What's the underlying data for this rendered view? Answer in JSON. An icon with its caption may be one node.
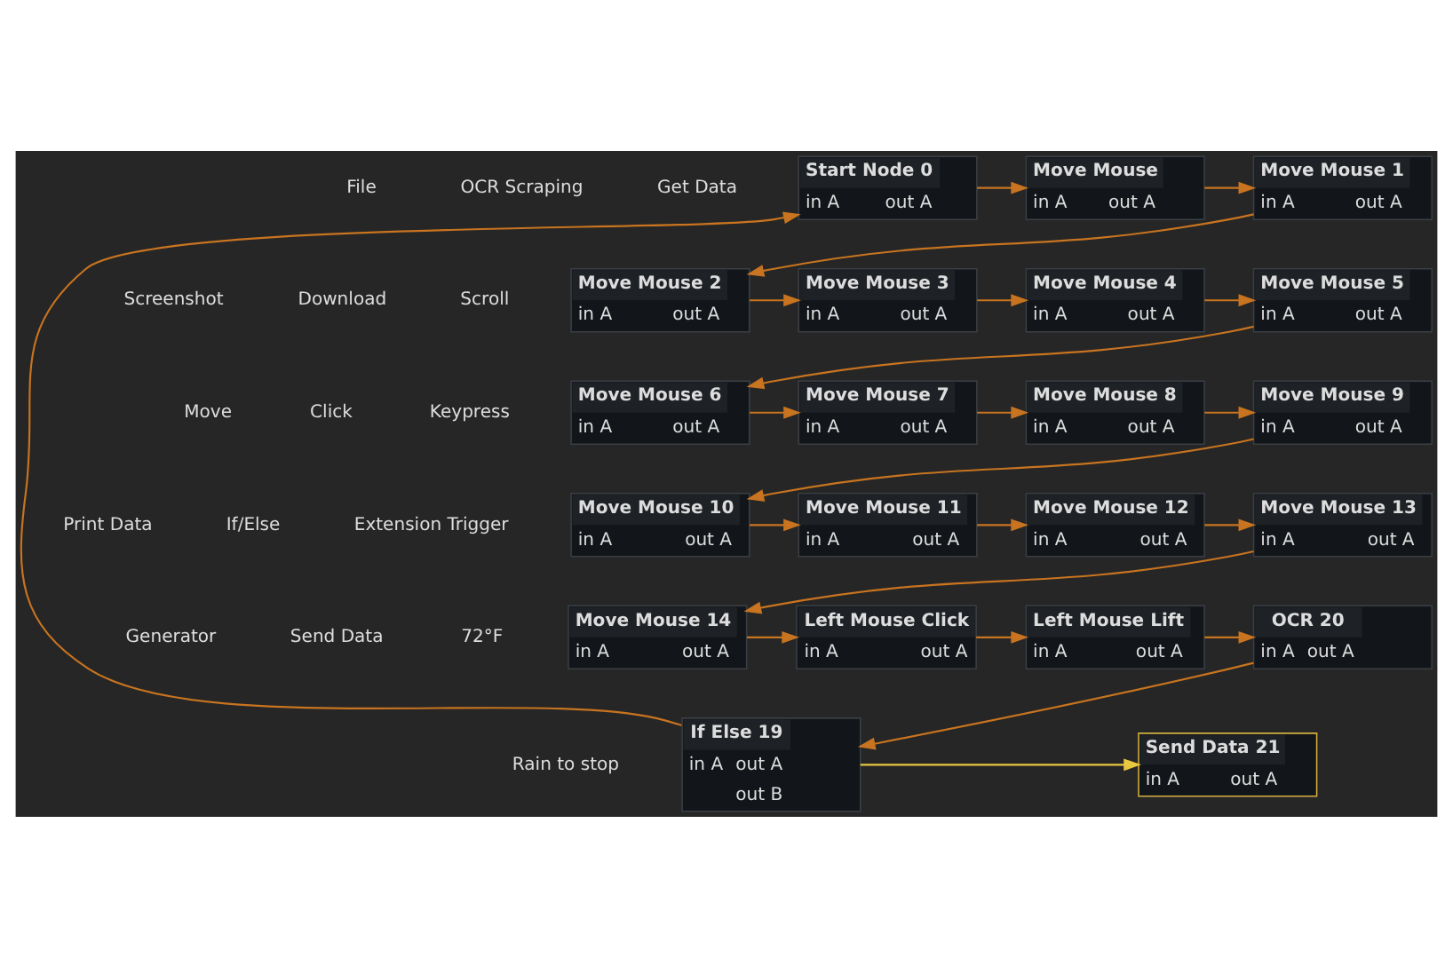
{
  "diagram": {
    "nodes": [
      {
        "text": [
          "Start Node 0",
          "in A",
          "out A"
        ]
      },
      {
        "text": [
          "Move Mouse",
          "in A",
          "out A"
        ]
      },
      {
        "text": [
          "Move Mouse 1",
          "in A",
          "out A"
        ]
      },
      {
        "text": [
          "Move Mouse 2",
          "in A",
          "out A"
        ]
      },
      {
        "text": [
          "Move Mouse 3",
          "in A",
          "out A"
        ]
      },
      {
        "text": [
          "Move Mouse 4",
          "in A",
          "out A"
        ]
      },
      {
        "text": [
          "Move Mouse 5",
          "in A",
          "out A"
        ]
      },
      {
        "text": [
          "Move Mouse 6",
          "in A",
          "out A"
        ]
      },
      {
        "text": [
          "Move Mouse 7",
          "in A",
          "out A"
        ]
      },
      {
        "text": [
          "Move Mouse 8",
          "in A",
          "out A"
        ]
      },
      {
        "text": [
          "Move Mouse 9",
          "in A",
          "out A"
        ]
      },
      {
        "text": [
          "Move Mouse 10",
          "in A",
          "out A"
        ]
      },
      {
        "text": [
          "Move Mouse 11",
          "in A",
          "out A"
        ]
      },
      {
        "text": [
          "Move Mouse 12",
          "in A",
          "out A"
        ]
      },
      {
        "text": [
          "Move Mouse 13",
          "in A",
          "out A"
        ]
      },
      {
        "text": [
          "Move Mouse 14",
          "in A",
          "out A"
        ]
      },
      {
        "text": [
          "Left Mouse Click",
          "in A",
          "out A"
        ]
      },
      {
        "text": [
          "Left Mouse Lift",
          "in A",
          "out A"
        ]
      },
      {
        "text": [
          "OCR 20",
          "in A",
          "out A"
        ]
      },
      {
        "text": [
          "If Else 19",
          "in A",
          "out A",
          "out B"
        ]
      },
      {
        "text": [
          "Send Data 21",
          "in A",
          "out A"
        ]
      }
    ],
    "edges": [
      {
        "from": 0,
        "to": 1,
        "arrow": "to"
      },
      {
        "from": 1,
        "to": 2,
        "arrow": "to"
      },
      {
        "from": 2,
        "to": 3,
        "arrow": "to"
      },
      {
        "from": 3,
        "to": 4,
        "arrow": "to"
      },
      {
        "from": 4,
        "to": 5,
        "arrow": "to"
      },
      {
        "from": 5,
        "to": 6,
        "arrow": "to"
      },
      {
        "from": 6,
        "to": 7,
        "arrow": "to"
      },
      {
        "from": 7,
        "to": 8,
        "arrow": "to"
      },
      {
        "from": 8,
        "to": 9,
        "arrow": "to"
      },
      {
        "from": 9,
        "to": 10,
        "arrow": "to"
      },
      {
        "from": 10,
        "to": 11,
        "arrow": "to"
      },
      {
        "from": 11,
        "to": 12,
        "arrow": "to"
      },
      {
        "from": 12,
        "to": 13,
        "arrow": "to"
      },
      {
        "from": 13,
        "to": 14,
        "arrow": "to"
      },
      {
        "from": 14,
        "to": 15,
        "arrow": "to"
      },
      {
        "from": 15,
        "to": 16,
        "arrow": "to"
      },
      {
        "from": 16,
        "to": 17,
        "arrow": "to"
      },
      {
        "from": 17,
        "to": 18,
        "arrow": "to"
      },
      {
        "from": 18,
        "to": 19,
        "arrow": "to"
      },
      {
        "from": 19,
        "to": 0,
        "arrow": "to"
      },
      {
        "from": 19,
        "to": 20,
        "arrow": "to",
        "color": "#e8c840"
      }
    ],
    "labels": [
      "File",
      "OCR Scraping",
      "Get Data",
      "Screenshot",
      "Download",
      "Scroll",
      "Move",
      "Click",
      "Keypress",
      "Print Data",
      "If/Else",
      "Extension Trigger",
      "Generator",
      "Send Data",
      "72°F",
      "Rain to stop"
    ]
  }
}
